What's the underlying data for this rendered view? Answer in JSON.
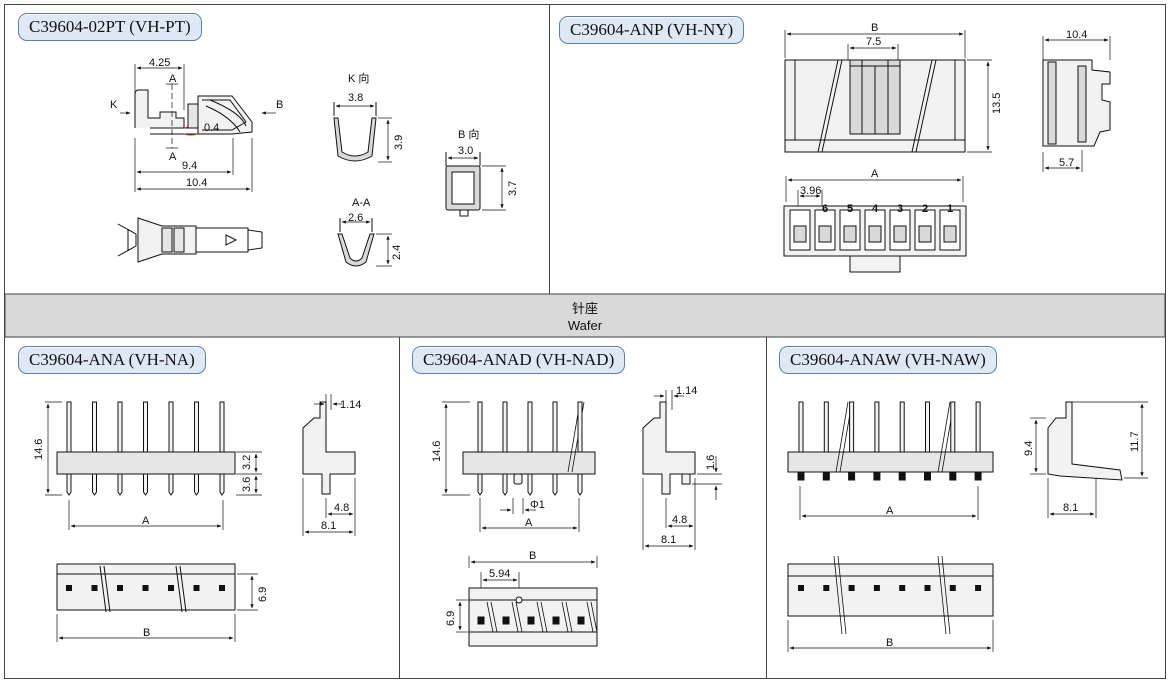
{
  "panels": {
    "crimp_terminal": {
      "title": "C39604-02PT (VH-PT)",
      "dims": {
        "d4_25": "4.25",
        "d0_4": "0.4",
        "d9_4": "9.4",
        "d10_4": "10.4",
        "d3_8": "3.8",
        "d3_9": "3.9",
        "d2_6": "2.6",
        "d2_4": "2.4",
        "d3_0": "3.0",
        "d3_7": "3.7"
      },
      "labels": {
        "a_top": "A",
        "a_bottom": "A",
        "k_arrow": "K",
        "b_arrow": "B",
        "k_view": "K 向",
        "aa_section": "A-A",
        "b_view": "B 向"
      }
    },
    "housing": {
      "title": "C39604-ANP (VH-NY)",
      "dims": {
        "b": "B",
        "d7_5": "7.5",
        "d13_5": "13.5",
        "d10_4": "10.4",
        "d5_7": "5.7",
        "a": "A",
        "d3_96": "3.96"
      },
      "pin_numbers": [
        "6",
        "5",
        "4",
        "3",
        "2",
        "1"
      ]
    },
    "wafer_band": {
      "zh": "针座",
      "en": "Wafer"
    },
    "wafer_na": {
      "title": "C39604-ANA (VH-NA)",
      "dims": {
        "d14_6": "14.6",
        "d3_2": "3.2",
        "d3_6": "3.6",
        "a": "A",
        "d1_14": "1.14",
        "d4_8": "4.8",
        "d8_1": "8.1",
        "d6_9": "6.9",
        "b": "B"
      }
    },
    "wafer_nad": {
      "title": "C39604-ANAD (VH-NAD)",
      "dims": {
        "d14_6": "14.6",
        "phi1": "Φ1",
        "a": "A",
        "d1_14": "1.14",
        "d1_6": "1.6",
        "d4_8": "4.8",
        "d8_1": "8.1",
        "b": "B",
        "d5_94": "5.94",
        "d6_9": "6.9"
      }
    },
    "wafer_naw": {
      "title": "C39604-ANAW (VH-NAW)",
      "dims": {
        "a": "A",
        "d9_4": "9.4",
        "d11_7": "11.7",
        "d8_1": "8.1",
        "b": "B"
      }
    }
  },
  "colors": {
    "title_fill": "#dfe9f5",
    "title_border": "#5a7fae",
    "band_fill": "#d9d9d9",
    "frame": "#444444",
    "part_fill": "#e6e6e6",
    "line": "#111111"
  }
}
